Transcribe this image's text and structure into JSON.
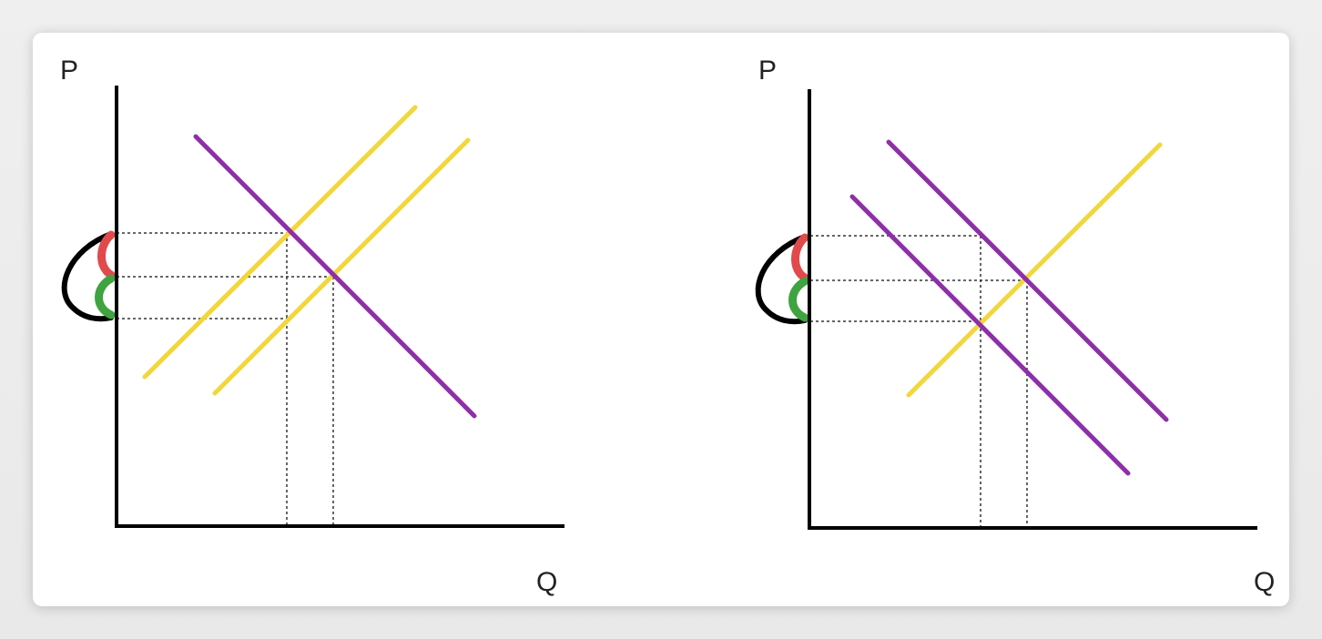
{
  "panels": [
    {
      "y_label": "P",
      "x_label": "Q",
      "demand_lines": 1,
      "supply_lines": 2
    },
    {
      "y_label": "P",
      "x_label": "Q",
      "demand_lines": 2,
      "supply_lines": 1
    }
  ],
  "colors": {
    "supply": "#f2d63c",
    "demand": "#8e2fa8",
    "axis": "#000000",
    "guide": "#333333",
    "price_up_marker": "#e14a4a",
    "price_down_marker": "#3fa33f",
    "bracket": "#000000"
  }
}
